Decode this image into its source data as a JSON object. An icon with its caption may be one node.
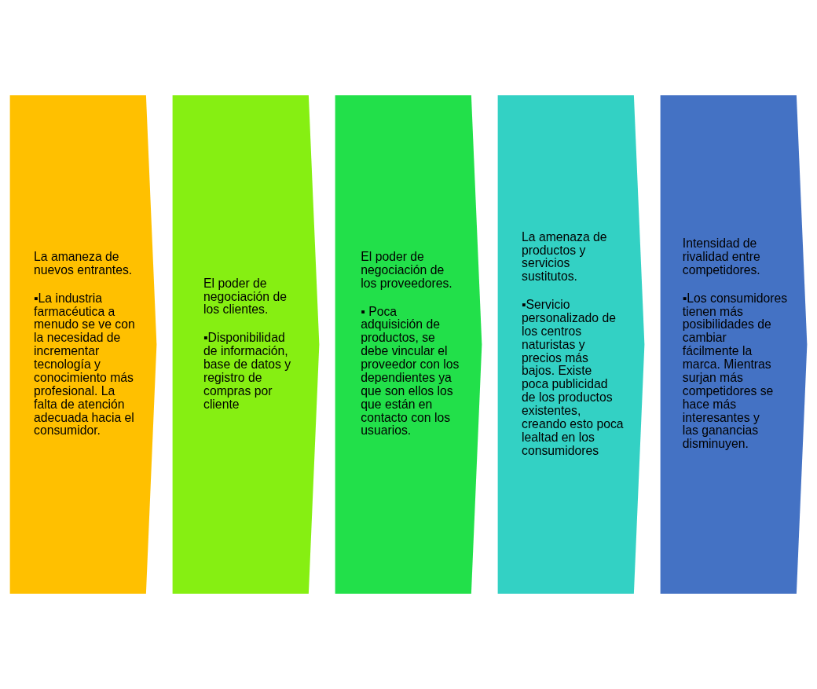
{
  "diagram": {
    "nodes": [
      {
        "text": [
          "La amaneza de nuevos entrantes.",
          "▪La industria farmacéutica a menudo se ve con la necesidad de incrementar tecnología y conocimiento más profesional. La falta de atención adecuada hacia el consumidor."
        ]
      },
      {
        "text": [
          "El poder de negociación de los clientes.",
          "▪Disponibilidad de información, base de datos y registro de compras por cliente"
        ]
      },
      {
        "text": [
          "El poder de negociación de los proveedores.",
          "▪ Poca adquisición de productos, se debe vincular el proveedor con los dependientes ya que son ellos los que están en contacto con los usuarios."
        ]
      },
      {
        "text": [
          "La amenaza de productos y servicios sustitutos.",
          "▪Servicio personalizado de los centros naturistas y precios más bajos. Existe poca publicidad de los productos existentes, creando esto poca lealtad en los consumidores"
        ]
      },
      {
        "text": [
          "Intensidad de rivalidad entre competidores.",
          "▪Los consumidores tienen más posibilidades de cambiar fácilmente la marca. Mientras surjan más competidores se hace más interesantes y las ganancias disminuyen."
        ]
      }
    ]
  }
}
